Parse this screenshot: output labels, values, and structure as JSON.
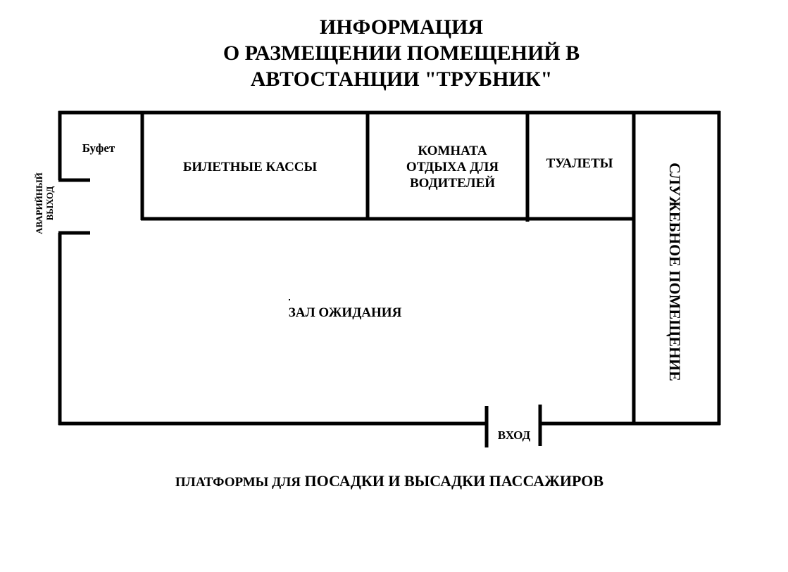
{
  "title": {
    "line1": "ИНФОРМАЦИЯ",
    "line2": "О РАЗМЕЩЕНИИ ПОМЕЩЕНИЙ В",
    "line3": "АВТОСТАНЦИИ \"ТРУБНИК\""
  },
  "rooms": {
    "bufet": "Буфет",
    "kassy": "БИЛЕТНЫЕ КАССЫ",
    "komnata_line1": "КОМНАТА",
    "komnata_line2": "ОТДЫХА ДЛЯ",
    "komnata_line3": "ВОДИТЕЛЕЙ",
    "tualety": "ТУАЛЕТЫ",
    "sluzhebnoe": "СЛУЖЕБНОЕ ПОМЕЩЕНИЕ",
    "zal": "ЗАЛ ОЖИДАНИЯ"
  },
  "exits": {
    "avar_line1": "АВАРИЙНЫЙ",
    "avar_line2": "ВЫХОД",
    "vhod": "ВХОД"
  },
  "footer": {
    "part1": "ПЛАТФОРМЫ ДЛЯ",
    "part2": "ПОСАДКИ И ВЫСАДКИ ПАССАЖИРОВ"
  }
}
